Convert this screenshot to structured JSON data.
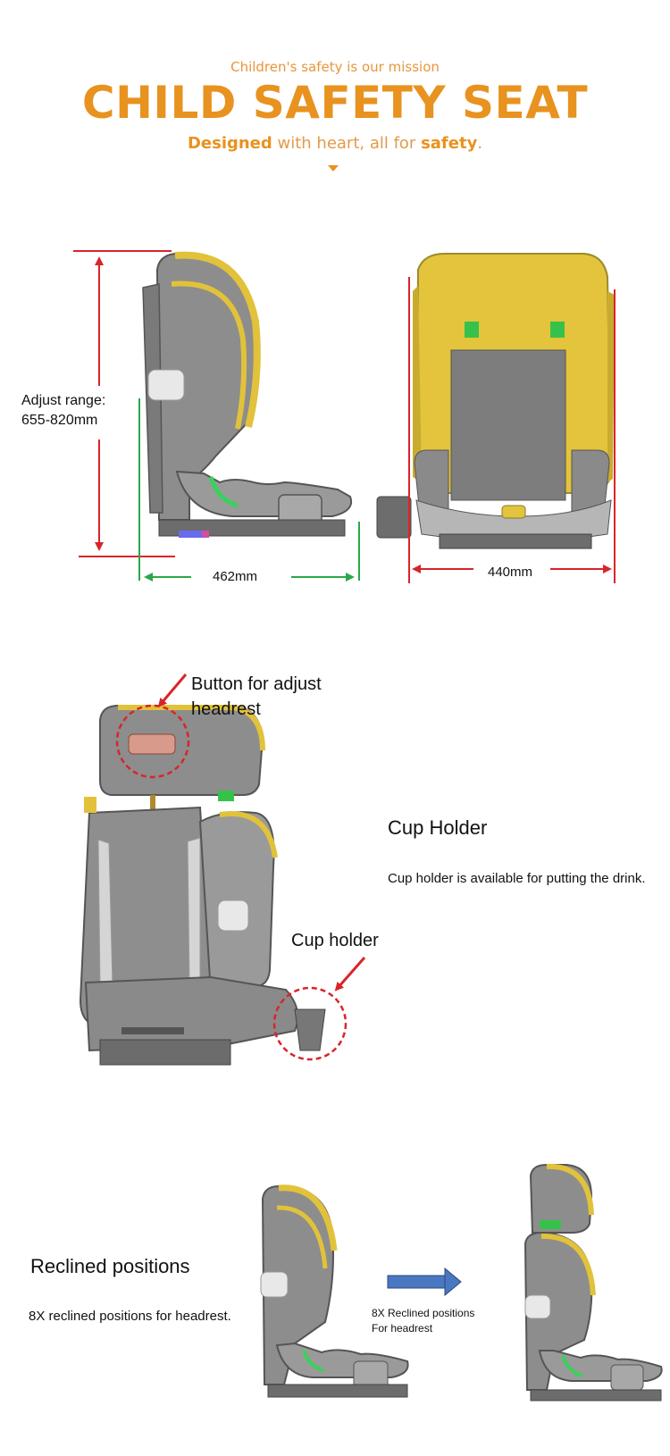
{
  "header": {
    "tagline": "Children's safety is our mission",
    "title": "CHILD SAFETY SEAT",
    "subtitle": {
      "w1": "Designed",
      "w2": " with heart, all for ",
      "w3": "safety",
      "w4": "."
    }
  },
  "dimensions": {
    "adjust_line1": "Adjust range:",
    "adjust_line2": "655-820mm",
    "depth": "462mm",
    "width": "440mm"
  },
  "features": {
    "button_line1": "Button for adjust",
    "button_line2": "headrest",
    "cup_callout": "Cup holder",
    "cup_title": "Cup Holder",
    "cup_desc": "Cup holder is available for putting the drink."
  },
  "recline": {
    "title": "Reclined positions",
    "desc": "8X reclined positions for headrest.",
    "arrow_line1": "8X Reclined positions",
    "arrow_line2": "For headrest"
  },
  "colors": {
    "accent": "#e8921f",
    "seat_gray": "#8e8e8e",
    "trim_yellow": "#e6c63a",
    "dim_red": "#d9242a",
    "dim_green": "#2aa84a"
  }
}
